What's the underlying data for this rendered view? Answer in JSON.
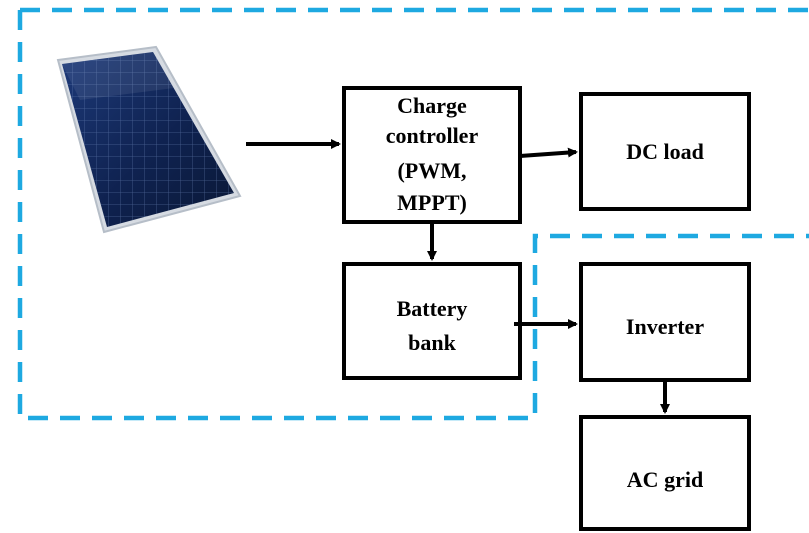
{
  "diagram": {
    "type": "block-diagram",
    "nodes": {
      "charge_controller": {
        "lines": [
          "Charge",
          "controller",
          "(PWM,",
          "MPPT)"
        ]
      },
      "dc_load": {
        "lines": [
          "DC load"
        ]
      },
      "battery_bank": {
        "lines": [
          "Battery",
          "bank"
        ]
      },
      "inverter": {
        "lines": [
          "Inverter"
        ]
      },
      "ac_grid": {
        "lines": [
          "AC grid"
        ]
      }
    },
    "image_nodes": [
      "solar-panel"
    ],
    "edges": [
      {
        "from": "solar-panel",
        "to": "charge_controller"
      },
      {
        "from": "charge_controller",
        "to": "dc_load"
      },
      {
        "from": "charge_controller",
        "to": "battery_bank"
      },
      {
        "from": "battery_bank",
        "to": "inverter"
      },
      {
        "from": "inverter",
        "to": "ac_grid"
      }
    ],
    "colors": {
      "outline": "#000000",
      "dashed_frame": "#1ea9e1",
      "panel_dark": "#0f1f4a",
      "panel_frame": "#c9d0d8"
    }
  }
}
